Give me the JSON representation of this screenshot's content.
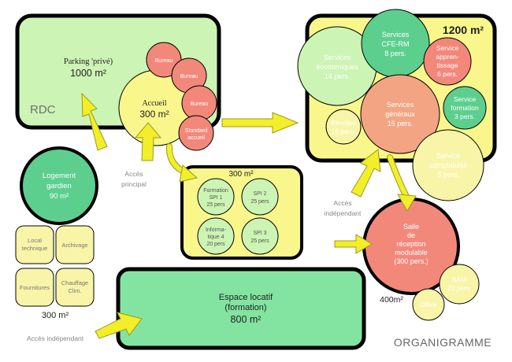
{
  "colors": {
    "green_light": "#ccf4b4",
    "green_mid": "#82e4a0",
    "green_dark": "#5ccf8f",
    "yellow": "#f9f68c",
    "yellow_light": "#f8f5a8",
    "salmon": "#f2887a",
    "arrow": "#f2ee2a",
    "arrow_edge": "#9a9a20",
    "text_light": "#ffffff",
    "text_dark": "#222222",
    "text_grey": "#707070"
  },
  "parking": {
    "title": "Parking 'privé)",
    "area": "1000 m²",
    "level": "RDC"
  },
  "accueil": {
    "title": "Accueil",
    "area": "300 m²",
    "bureau_1": "Bureau",
    "bureau_2": "Bureau",
    "bureau_3": "Bureau",
    "standard_1": "Standard",
    "standard_2": "accueil"
  },
  "acces_principal": {
    "line1": "Accès",
    "line2": "principal"
  },
  "formation_block": {
    "area": "300 m²",
    "room1_l1": "Formation",
    "room1_l2": "SPI 1",
    "room1_l3": "25 pers",
    "room2_l1": "SPI 2",
    "room2_l2": "25 pers",
    "room3_l1": "Informa-",
    "room3_l2": "tique 4",
    "room3_l3": "20 pers",
    "room4_l1": "SPI 3",
    "room4_l2": "25 pers"
  },
  "services_block": {
    "area": "1200 m²",
    "eco_l1": "Services",
    "eco_l2": "économiques",
    "eco_l3": "14 pers.",
    "cfe_l1": "Services",
    "cfe_l2": "CFE-RM",
    "cfe_l3": "8 pers.",
    "appr_l1": "Service",
    "appr_l2": "appren-",
    "appr_l3": "tissage",
    "appr_l4": "6 pers.",
    "gen_l1": "Services",
    "gen_l2": "généraux",
    "gen_l3": "15 pers.",
    "form_l1": "Service",
    "form_l2": "formation",
    "form_l3": "3 pers.",
    "reu_l1": "Réunion",
    "reu_l2": "15 pers.",
    "compta_l1": "Service",
    "compta_l2": "comptabilité",
    "compta_l3": "5 pers."
  },
  "logement": {
    "l1": "Logement",
    "l2": "gardien",
    "l3": "90 m²"
  },
  "annexes": {
    "local_l1": "Local",
    "local_l2": "technique",
    "archivage": "Archivage",
    "fournitures": "Fournitures",
    "chauffage_l1": "Chauffage",
    "chauffage_l2": "Clim.",
    "area": "300 m²"
  },
  "acces_independant_mid": {
    "line1": "Accès",
    "line2": "indépendant"
  },
  "reception": {
    "l1": "Salle",
    "l2": "de",
    "l3": "réception",
    "l4": "modulable",
    "l5": "(300 pers.)",
    "sam_l1": "SAM",
    "sam_l2": "20 pers.",
    "office": "Office",
    "area": "400m²"
  },
  "espace_locatif": {
    "l1": "Espace locatif",
    "l2": "(formation)",
    "area": "800 m²"
  },
  "acces_independant_bottom": "Accès indépendant",
  "organigramme": "ORGANIGRAMME"
}
